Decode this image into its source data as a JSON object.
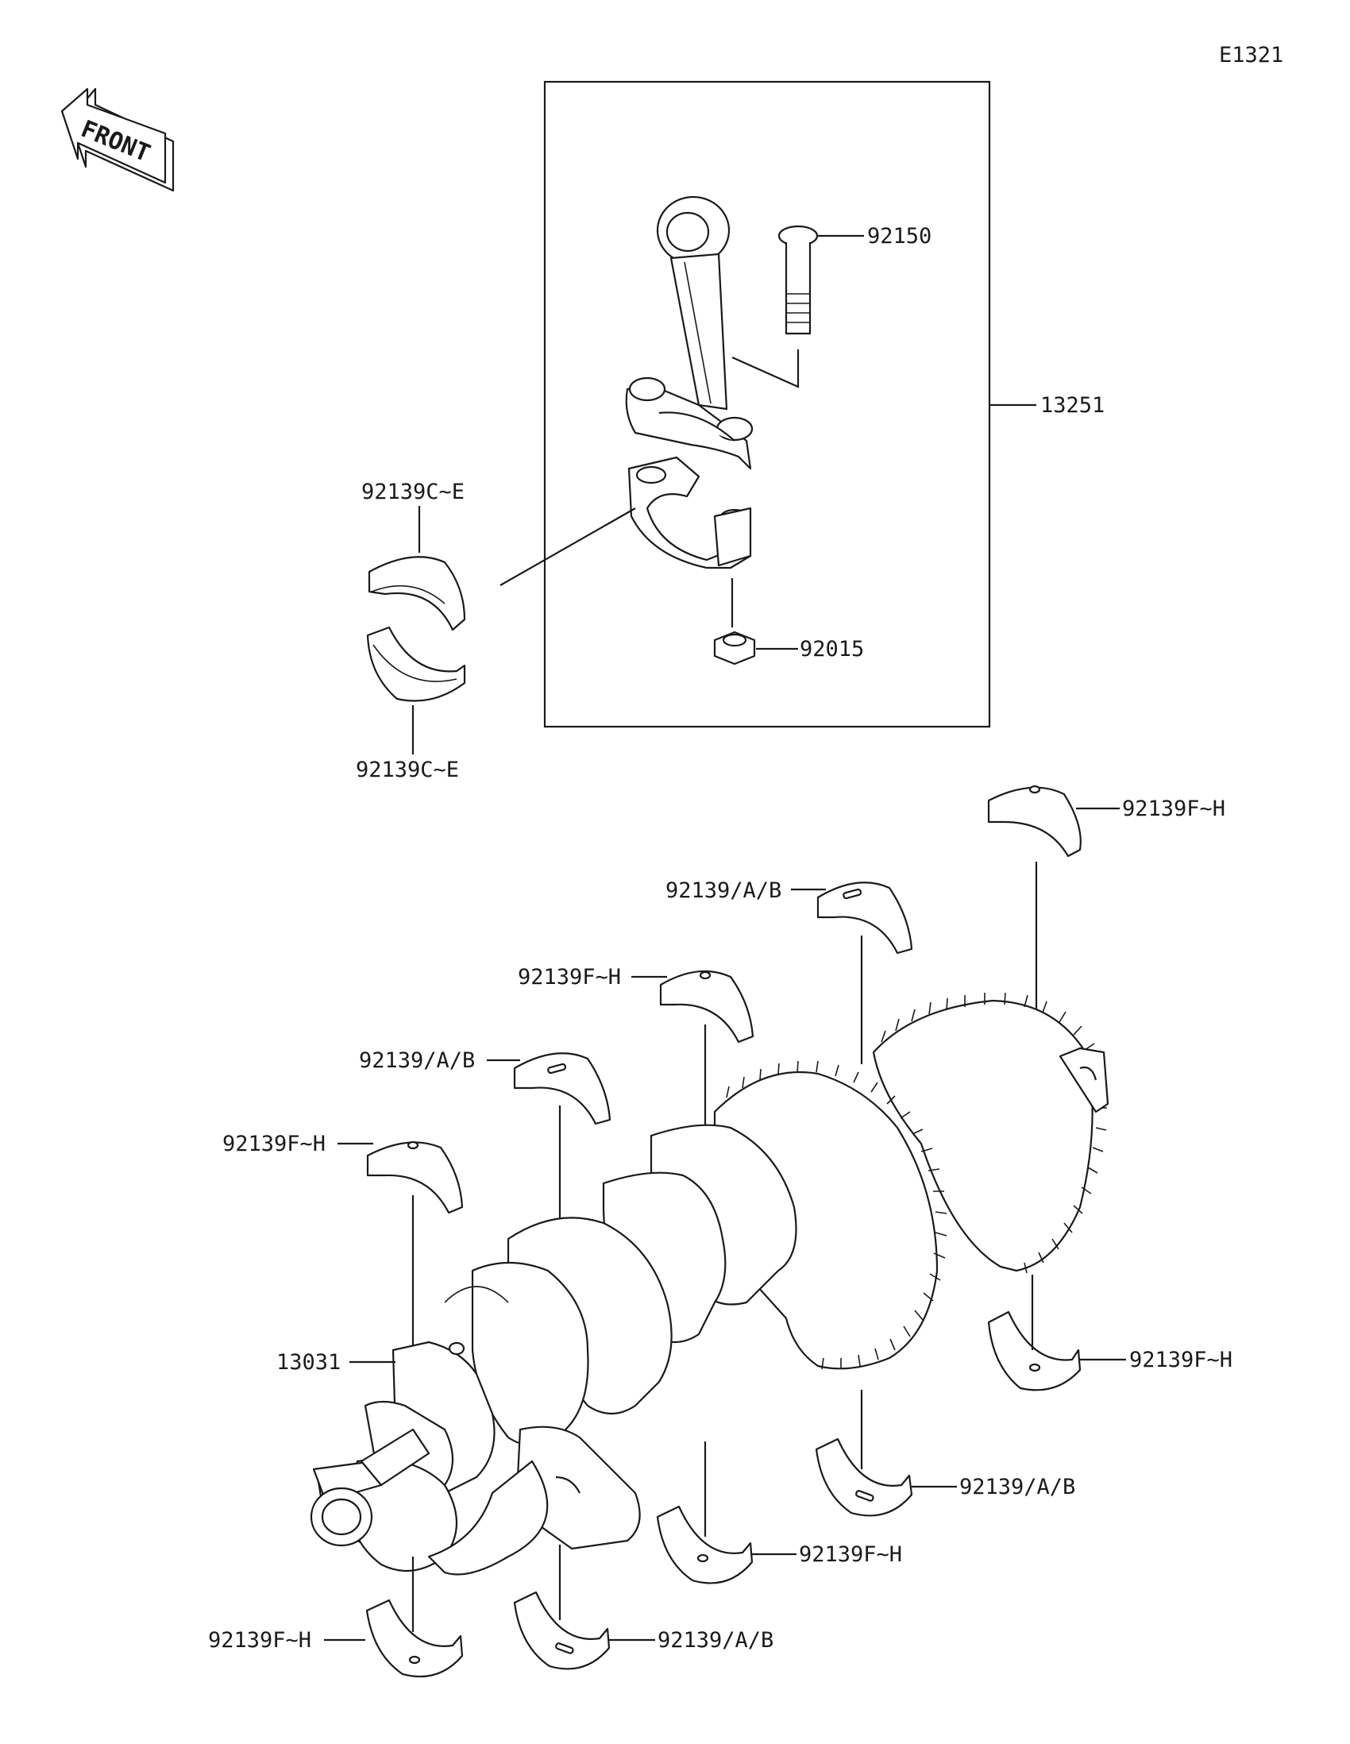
{
  "diagram_id": "E1321",
  "front_arrow": {
    "text": "FRONT",
    "icon": "front-direction-arrow-icon"
  },
  "callouts": {
    "p92150": "92150",
    "p13251": "13251",
    "p92015": "92015",
    "p92139ce_top": "92139C~E",
    "p92139ce_bot": "92139C~E",
    "p92139fh_1": "92139F~H",
    "p92139ab_1": "92139/A/B",
    "p92139fh_2": "92139F~H",
    "p92139ab_2": "92139/A/B",
    "p92139fh_3": "92139F~H",
    "p13031": "13031",
    "p92139fh_4": "92139F~H",
    "p92139ab_3": "92139/A/B",
    "p92139fh_5": "92139F~H",
    "p92139ab_4": "92139/A/B",
    "p92139fh_6": "92139F~H"
  }
}
